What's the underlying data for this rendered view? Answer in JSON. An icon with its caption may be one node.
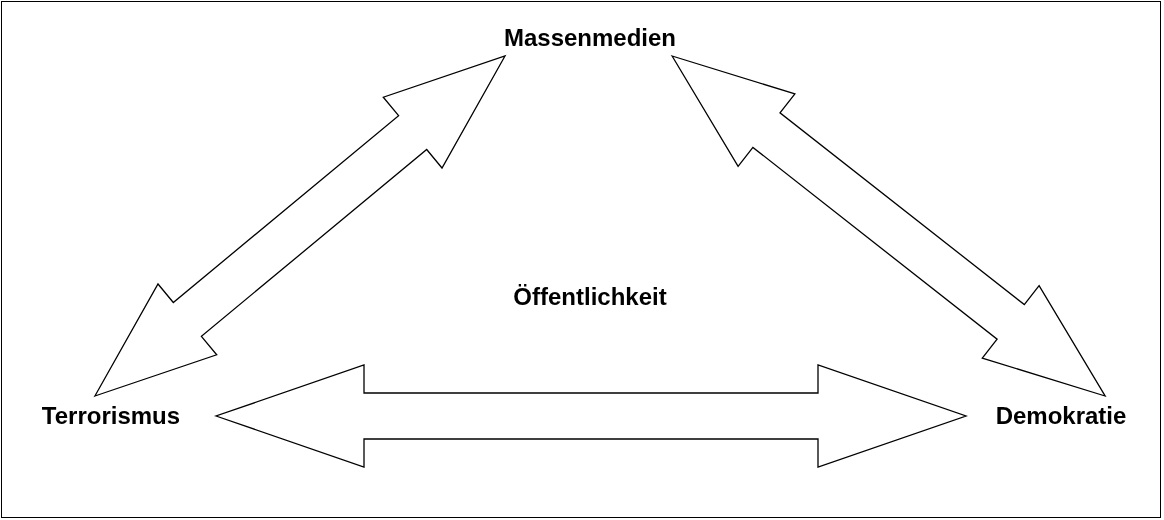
{
  "diagram": {
    "nodes": [
      {
        "text": [
          "Massenmedien"
        ]
      },
      {
        "text": [
          "Terrorismus"
        ]
      },
      {
        "text": [
          "Demokratie"
        ]
      }
    ],
    "edges": [
      {
        "from": 1,
        "to": 0,
        "arrow": "both"
      },
      {
        "from": 0,
        "to": 2,
        "arrow": "both"
      },
      {
        "from": 1,
        "to": 2,
        "arrow": "both"
      }
    ],
    "labels": [
      "Öffentlichkeit"
    ]
  }
}
